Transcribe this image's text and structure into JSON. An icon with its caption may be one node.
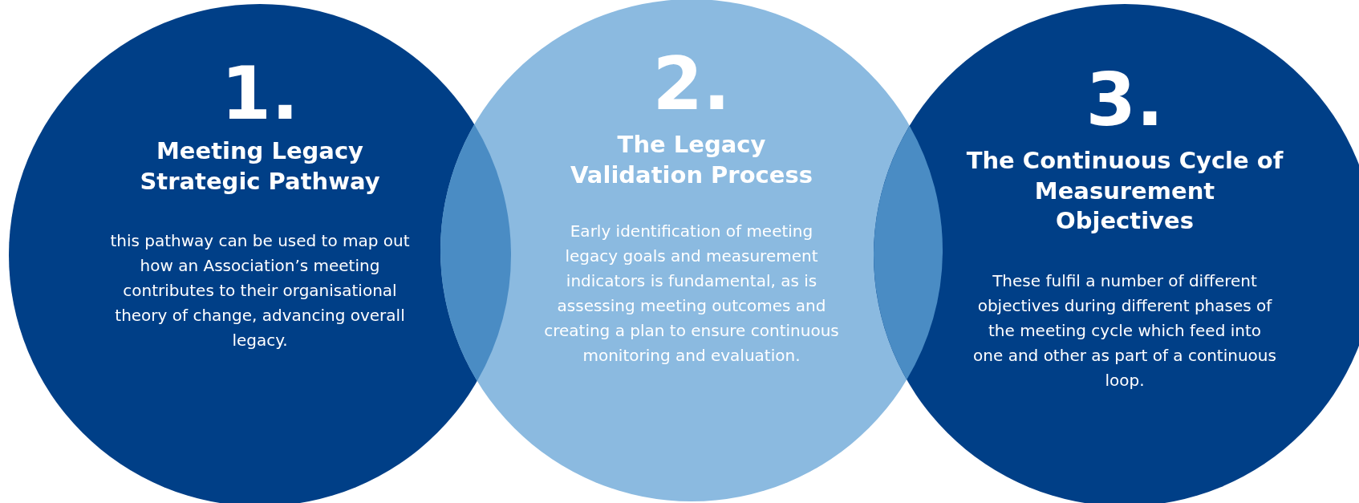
{
  "diagram": {
    "nodes": [
      {
        "text": [
          "1.",
          "Meeting Legacy Strategic Pathway",
          "this pathway can be used to map out how an Association’s meeting contributes to their organisational theory of change, advancing overall legacy."
        ]
      },
      {
        "text": [
          "2.",
          "The Legacy Validation Process",
          "Early identification of meeting legacy goals and measurement indicators is fundamental, as is assessing meeting outcomes and creating a plan to ensure continuous monitoring and evaluation."
        ]
      },
      {
        "text": [
          "3.",
          "The Continuous Cycle of Measurement Objectives",
          "These fulfil a number of different objectives during different phases of the meeting cycle which feed into one and other as part of a continuous loop."
        ]
      }
    ],
    "edges": []
  }
}
